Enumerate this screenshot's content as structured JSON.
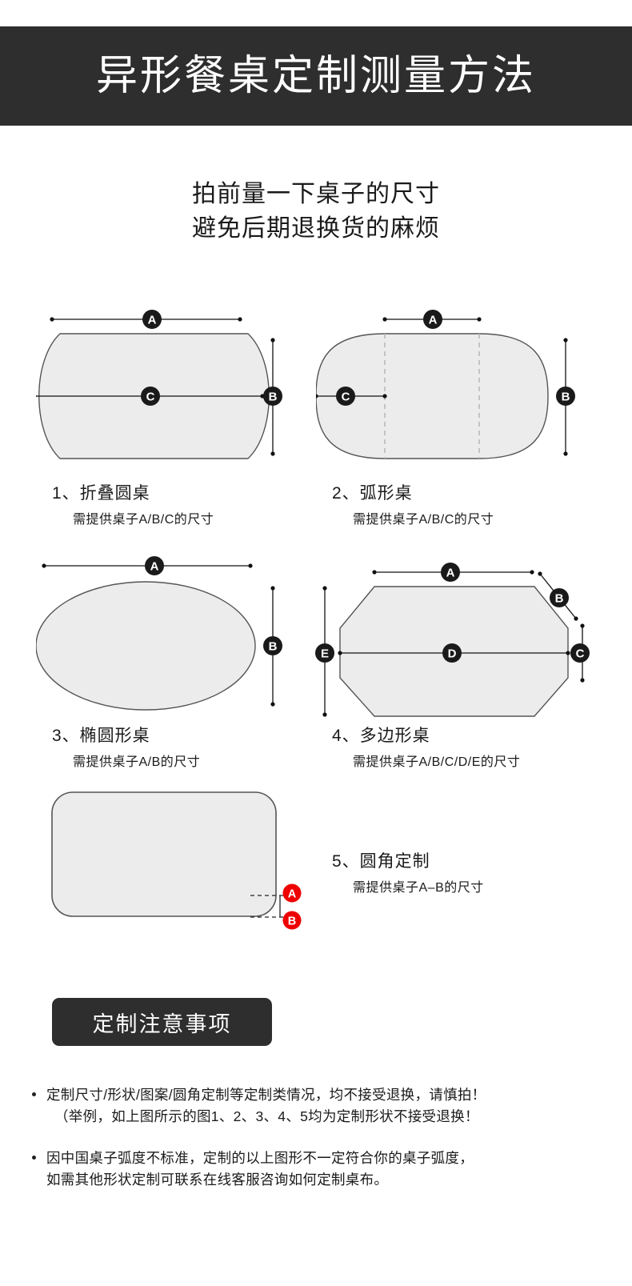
{
  "header": {
    "title": "异形餐桌定制测量方法",
    "background_color": "#2e2e2e",
    "text_color": "#ffffff"
  },
  "subtitle": {
    "line1": "拍前量一下桌子的尺寸",
    "line2": "避免后期退换货的麻烦"
  },
  "colors": {
    "shape_fill": "#ececec",
    "shape_stroke": "#555555",
    "marker_dark": "#1a1a1a",
    "marker_red": "#ee0000",
    "dash_line": "#b5b5b5"
  },
  "diagrams": [
    {
      "index": "1",
      "shape": "folding-round-table",
      "caption_main": "1、折叠圆桌",
      "caption_sub": "需提供桌子A/B/C的尺寸",
      "markers": [
        "A",
        "B",
        "C"
      ],
      "marker_style": "dark"
    },
    {
      "index": "2",
      "shape": "arc-table",
      "caption_main": "2、弧形桌",
      "caption_sub": "需提供桌子A/B/C的尺寸",
      "markers": [
        "A",
        "B",
        "C"
      ],
      "marker_style": "dark"
    },
    {
      "index": "3",
      "shape": "oval-table",
      "caption_main": "3、椭圆形桌",
      "caption_sub": "需提供桌子A/B的尺寸",
      "markers": [
        "A",
        "B"
      ],
      "marker_style": "dark"
    },
    {
      "index": "4",
      "shape": "polygon-table",
      "caption_main": "4、多边形桌",
      "caption_sub": "需提供桌子A/B/C/D/E的尺寸",
      "markers": [
        "A",
        "B",
        "C",
        "D",
        "E"
      ],
      "marker_style": "dark"
    },
    {
      "index": "5",
      "shape": "rounded-corner-custom",
      "caption_main": "5、圆角定制",
      "caption_sub": "需提供桌子A–B的尺寸",
      "markers": [
        "A",
        "B"
      ],
      "marker_style": "red"
    }
  ],
  "notice": {
    "heading": "定制注意事项",
    "items": [
      {
        "line1": "定制尺寸/形状/图案/圆角定制等定制类情况，均不接受退换，请慎拍！",
        "line2": "（举例，如上图所示的图1、2、3、4、5均为定制形状不接受退换！"
      },
      {
        "line1": "因中国桌子弧度不标准，定制的以上图形不一定符合你的桌子弧度，",
        "line2": "如需其他形状定制可联系在线客服咨询如何定制桌布。"
      }
    ]
  }
}
